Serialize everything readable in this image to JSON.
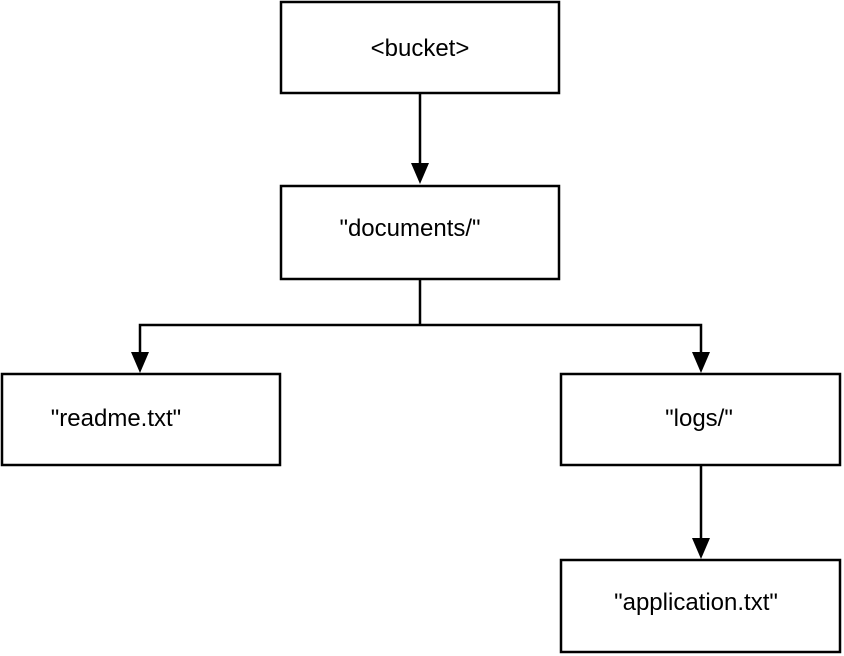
{
  "nodes": {
    "bucket": "<bucket>",
    "documents": "\"documents/\"",
    "readme": "\"readme.txt\"",
    "logs": "\"logs/\"",
    "application": "\"application.txt\""
  }
}
